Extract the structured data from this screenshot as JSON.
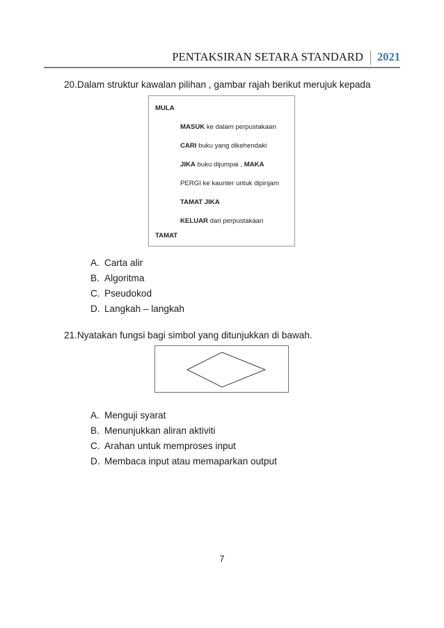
{
  "header": {
    "title": "PENTAKSIRAN SETARA STANDARD",
    "year": "2021",
    "year_color": "#3a77ad",
    "rule_color": "#808080"
  },
  "questions": [
    {
      "number": "20.",
      "text": "20.Dalam struktur kawalan pilihan , gambar rajah berikut merujuk kepada",
      "figure": {
        "type": "pseudocode-box",
        "lines": [
          {
            "indent": 0,
            "keyword": "MULA",
            "rest": ""
          },
          {
            "indent": 1,
            "keyword": "MASUK",
            "rest": " ke dalam perpustakaan"
          },
          {
            "indent": 1,
            "keyword": "CARI",
            "rest": " buku yang dikehendaki"
          },
          {
            "indent": 1,
            "keyword": "JIKA",
            "rest": " buku dijumpai , ",
            "keyword2": "MAKA"
          },
          {
            "indent": 1,
            "keyword": "",
            "rest": "PERGI ke kaunter untuk dipinjam"
          },
          {
            "indent": 1,
            "keyword": "TAMAT JIKA",
            "rest": ""
          },
          {
            "indent": 1,
            "keyword": "KELUAR",
            "rest": " dari perpustakaan"
          },
          {
            "indent": 0,
            "keyword": "TAMAT",
            "rest": ""
          }
        ]
      },
      "options": [
        {
          "letter": "A.",
          "label": "Carta alir"
        },
        {
          "letter": "B.",
          "label": "Algoritma"
        },
        {
          "letter": "C.",
          "label": "Pseudokod"
        },
        {
          "letter": "D.",
          "label": "Langkah – langkah"
        }
      ]
    },
    {
      "number": "21.",
      "text": "21.Nyatakan fungsi bagi simbol yang ditunjukkan di bawah.",
      "figure": {
        "type": "flowchart-symbol-box",
        "symbol": "decision-diamond"
      },
      "options": [
        {
          "letter": "A.",
          "label": "Menguji syarat"
        },
        {
          "letter": "B.",
          "label": "Menunjukkan aliran aktiviti"
        },
        {
          "letter": "C.",
          "label": "Arahan untuk memproses input"
        },
        {
          "letter": "D.",
          "label": "Membaca input atau memaparkan output"
        }
      ]
    }
  ],
  "footer": {
    "page_number": "7"
  }
}
